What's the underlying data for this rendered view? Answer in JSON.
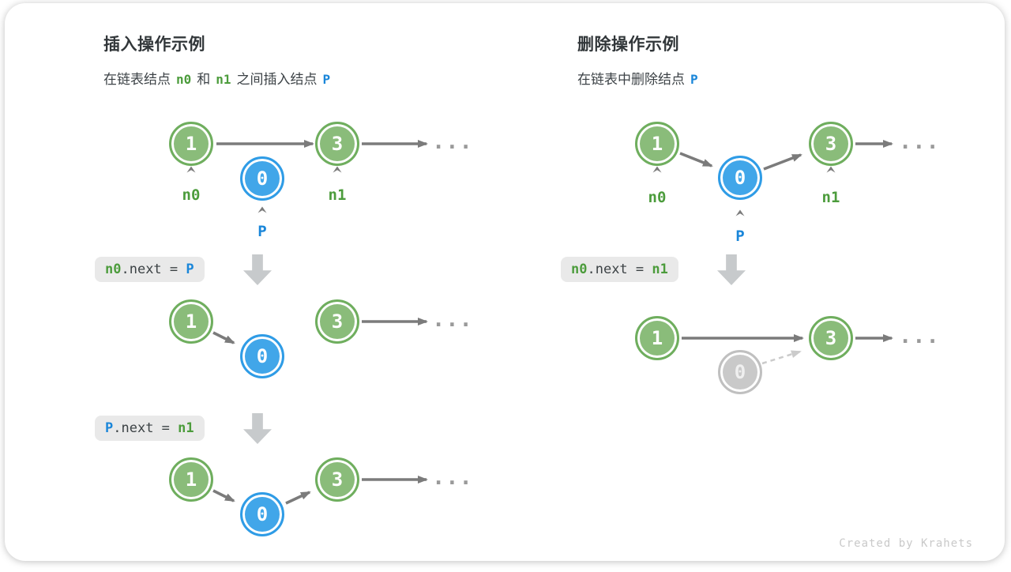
{
  "insert": {
    "title": "插入操作示例",
    "subtitle": {
      "part1": "在链表结点",
      "n0": "n0",
      "part2": "和",
      "n1": "n1",
      "part3": "之间插入结点",
      "p": "P"
    },
    "node_values": {
      "n0": "1",
      "n1": "3",
      "p": "0"
    },
    "pointer_labels": {
      "n0": "n0",
      "n1": "n1",
      "p": "P"
    },
    "ellipsis": "...",
    "code_step1": {
      "lhs": "n0",
      "mid": ".next = ",
      "rhs": "P"
    },
    "code_step2": {
      "lhs": "P",
      "mid": ".next = ",
      "rhs": "n1"
    }
  },
  "delete": {
    "title": "删除操作示例",
    "subtitle": {
      "part1": "在链表中删除结点",
      "p": "P"
    },
    "node_values": {
      "n0": "1",
      "n1": "3",
      "p": "0"
    },
    "pointer_labels": {
      "n0": "n0",
      "n1": "n1",
      "p": "P"
    },
    "ellipsis": "...",
    "code_step1": {
      "lhs": "n0",
      "mid": ".next = ",
      "rhs": "n1"
    }
  },
  "credit": "Created by Krahets",
  "colors": {
    "node_green_fill": "#8abc7a",
    "node_green_border": "#6fae5e",
    "node_blue_fill": "#41a6e9",
    "node_blue_border": "#2f9ce6",
    "node_gray_fill": "#c9c9c9",
    "label_green": "#4c9c3c",
    "label_blue": "#1a86d9",
    "arrow_gray": "#7b7b7b",
    "arrow_light_gray": "#cbcbcb",
    "block_arrow_gray": "#c7cacc",
    "code_background": "#e9e9e9",
    "code_text": "#3c4245"
  }
}
